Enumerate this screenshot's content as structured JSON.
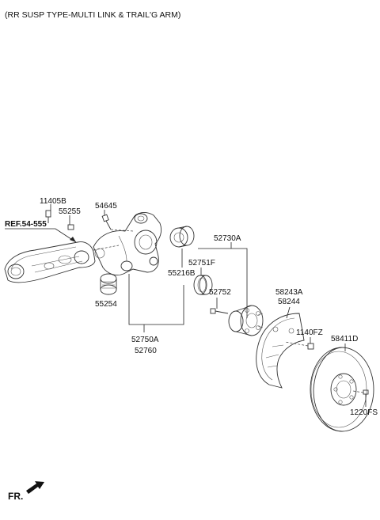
{
  "title": "(RR SUSP TYPE-MULTI LINK & TRAIL'G ARM)",
  "ref_label": "REF.54-555",
  "direction_label": "FR.",
  "parts": {
    "p11405B": "11405B",
    "p55255": "55255",
    "p54645": "54645",
    "p52730A": "52730A",
    "p52751F": "52751F",
    "p55216B": "55216B",
    "p52752": "52752",
    "p55254": "55254",
    "p52750A": "52750A",
    "p52760": "52760",
    "p58243A": "58243A",
    "p58244": "58244",
    "p1140FZ": "1140FZ",
    "p58411D": "58411D",
    "p1220FS": "1220FS"
  }
}
